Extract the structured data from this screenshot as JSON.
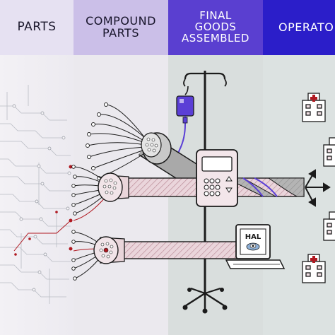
{
  "columns": [
    {
      "label": "PARTS",
      "bg": "#e6e1f2"
    },
    {
      "label": "COMPOUND\nPARTS",
      "bg": "#cbbfe8"
    },
    {
      "label": "FINAL\nGOODS\nASSEMBLED",
      "bg": "#5a3fd0"
    },
    {
      "label": "OPERATO",
      "bg": "#2b1ec9"
    }
  ],
  "monitor": {
    "screen_label": "HAL"
  },
  "palette": {
    "tube_fill": "#e8d2d8",
    "tube_hatch": "#b98a96",
    "grey_tube": "#a9a9a9",
    "iv_bag": "#5b3fd6",
    "wire_red": "#b01820",
    "outline": "#1b1b1b"
  },
  "icons": {
    "hospital": "hospital-building-icon",
    "iv_bag": "iv-bag-icon",
    "pump": "infusion-pump-icon",
    "computer": "computer-icon",
    "circuit": "circuit-traces-icon"
  }
}
